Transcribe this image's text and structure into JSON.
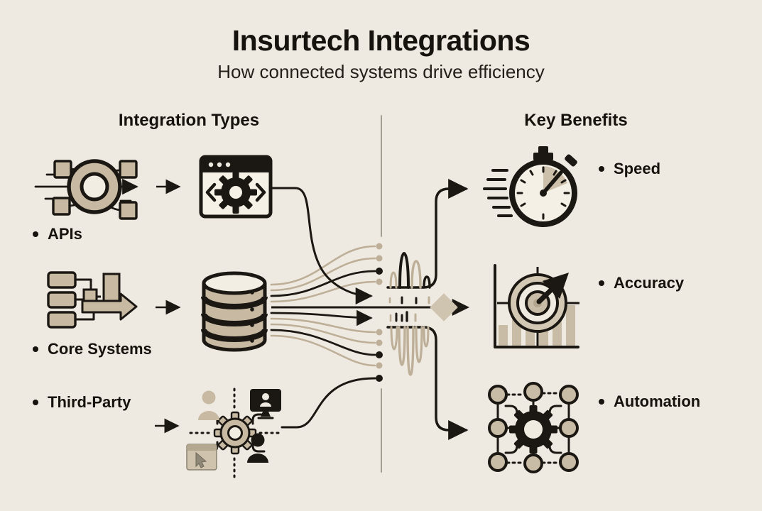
{
  "title": "Insurtech Integrations",
  "subtitle": "How connected systems drive efficiency",
  "left_section": {
    "header": "Integration Types",
    "items": [
      {
        "label": "APIs",
        "icon": "api-hub-icon"
      },
      {
        "label": "Core Systems",
        "icon": "core-systems-icon"
      },
      {
        "label": "Third-Party",
        "icon": "third-party-network-icon"
      }
    ]
  },
  "right_section": {
    "header": "Key Benefits",
    "items": [
      {
        "label": "Speed",
        "icon": "stopwatch-icon"
      },
      {
        "label": "Accuracy",
        "icon": "target-arrow-chart-icon"
      },
      {
        "label": "Automation",
        "icon": "gear-grid-icon"
      }
    ]
  },
  "colors": {
    "background": "#EFEAE1",
    "ink": "#1B1712",
    "tan": "#C7B9A2",
    "tan_light": "#D8CDBA",
    "divider": "#A59F93"
  }
}
